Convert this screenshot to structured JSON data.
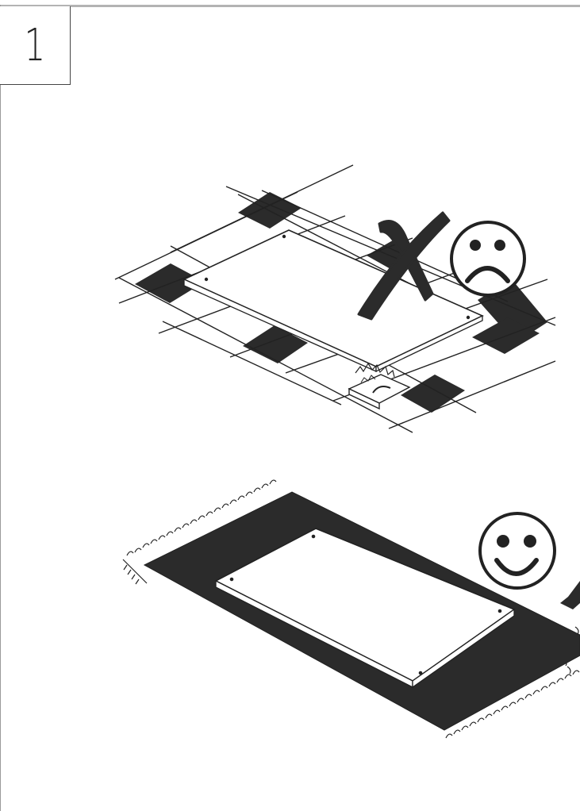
{
  "step": {
    "number": "1"
  },
  "illustrations": [
    {
      "id": "wrong-placement",
      "verdict": "incorrect",
      "icons": [
        "cross-mark-icon",
        "sad-face-icon"
      ]
    },
    {
      "id": "right-placement",
      "verdict": "correct",
      "icons": [
        "smiley-face-icon",
        "check-mark-icon"
      ]
    }
  ],
  "colors": {
    "ink": "#222222",
    "frame": "#b3b3b3"
  }
}
